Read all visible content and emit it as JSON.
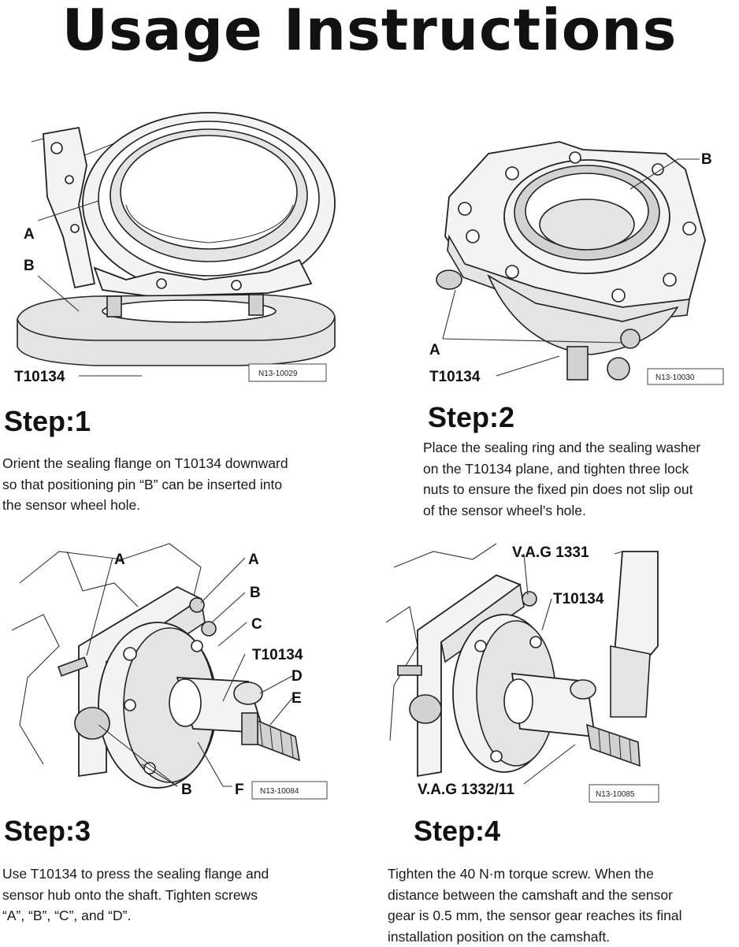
{
  "title": "Usage Instructions",
  "steps": [
    {
      "heading": "Step:1",
      "lines": [
        "Orient the sealing flange on T10134 downward",
        "so that positioning pin “B” can be inserted into",
        "the sensor wheel hole."
      ],
      "figure": {
        "labels": [
          "A",
          "B",
          "T10134"
        ],
        "code": "N13-10029"
      }
    },
    {
      "heading": "Step:2",
      "lines": [
        "Place the sealing ring and the sealing washer",
        "on the T10134 plane, and tighten three lock",
        "nuts to ensure the fixed pin does not slip out",
        "of the sensor wheel’s hole."
      ],
      "figure": {
        "labels": [
          "B",
          "A",
          "T10134"
        ],
        "code": "N13-10030"
      }
    },
    {
      "heading": "Step:3",
      "lines": [
        "Use T10134 to press the sealing flange and",
        "sensor hub onto the shaft. Tighten screws",
        "“A”, “B”, “C”, and “D”."
      ],
      "figure": {
        "labels": [
          "A",
          "A",
          "B",
          "C",
          "T10134",
          "D",
          "E",
          "B",
          "F"
        ],
        "code": "N13-10084"
      }
    },
    {
      "heading": "Step:4",
      "lines": [
        "Tighten the 40 N·m torque screw. When the",
        "distance between the camshaft and the sensor",
        "gear is 0.5 mm, the sensor gear reaches its final",
        "installation position on the camshaft."
      ],
      "figure": {
        "labels": [
          "V.A.G 1331",
          "T10134",
          "V.A.G 1332/11"
        ],
        "code": "N13-10085"
      }
    }
  ]
}
